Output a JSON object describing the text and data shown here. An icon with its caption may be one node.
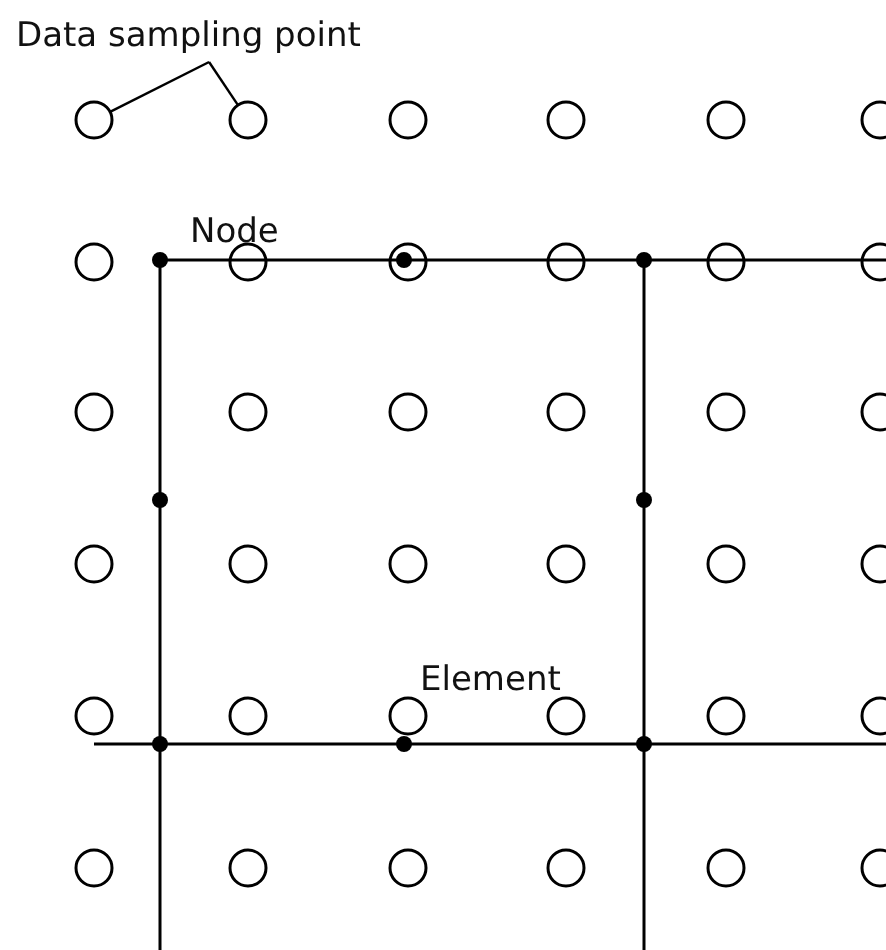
{
  "diagram": {
    "nodes": [
      {
        "text": [
          "Data sampling point"
        ]
      },
      {
        "text": [],
        "shape": "circle"
      },
      {
        "text": [],
        "shape": "circle"
      }
    ],
    "edges": [
      {
        "from": 0,
        "to": 1,
        "arrow": "none"
      },
      {
        "from": 0,
        "to": 2,
        "arrow": "none"
      }
    ],
    "labels": [
      "Node",
      "Element"
    ]
  }
}
